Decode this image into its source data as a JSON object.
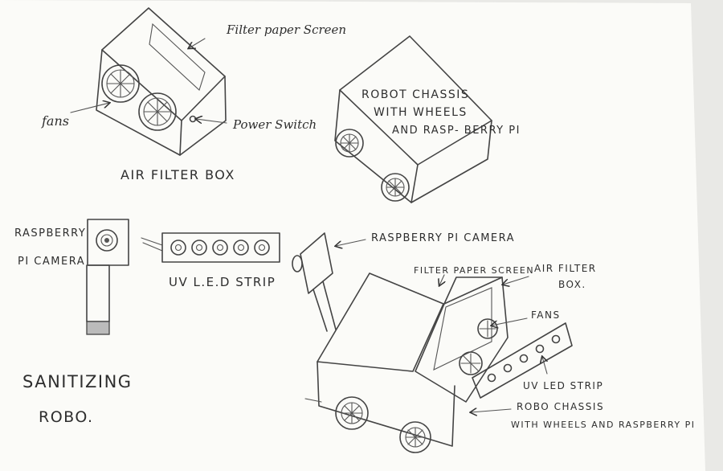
{
  "air_filter_box": {
    "filter_paper_screen": "Filter paper Screen",
    "fans": "fans",
    "power_switch": "Power Switch",
    "caption": "AIR FILTER BOX"
  },
  "chassis": {
    "line1": "ROBOT CHASSIS",
    "line2": "WITH WHEELS",
    "line3": "AND RASP- BERRY PI"
  },
  "camera": {
    "line1": "RASPBERRY",
    "line2": "PI CAMERA"
  },
  "uv_strip": {
    "label": "UV L.E.D STRIP"
  },
  "assembled": {
    "camera_label": "RASPBERRY PI CAMERA",
    "filter_paper_screen": "FILTER PAPER SCREEN",
    "air_filter_line1": "AIR FILTER",
    "air_filter_line2": "BOX.",
    "fans": "FANS",
    "uv_led_strip": "UV LED STRIP",
    "robo_chassis_line1": "ROBO CHASSIS",
    "robo_chassis_line2": "WITH WHEELS AND RASPBERRY PI"
  },
  "title": {
    "line1": "SANITIZING",
    "line2": "ROBO."
  }
}
